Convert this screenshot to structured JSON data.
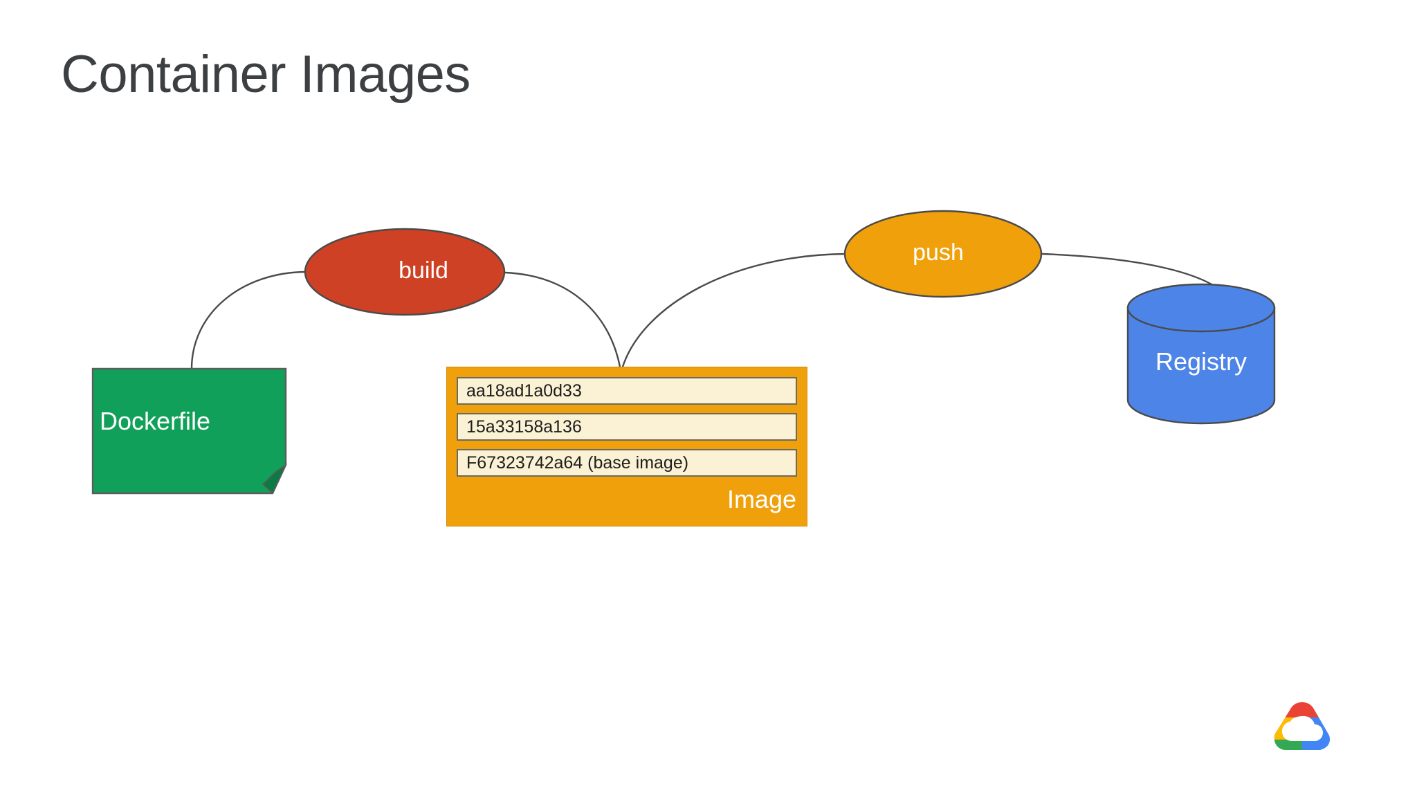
{
  "slide": {
    "title": "Container Images",
    "background_color": "#ffffff",
    "title_color": "#3c4043"
  },
  "diagram": {
    "type": "flow-diagram",
    "nodes": [
      {
        "id": "dockerfile",
        "shape": "document-note",
        "label": "Dockerfile",
        "fill": "#11A05A",
        "stroke": "#5c5c5c",
        "text_color": "#ffffff"
      },
      {
        "id": "build",
        "shape": "ellipse",
        "label": "build",
        "fill": "#CE4125",
        "stroke": "#4a4a4a",
        "text_color": "#ffffff"
      },
      {
        "id": "image",
        "shape": "rectangle",
        "label": "Image",
        "fill": "#EFA00B",
        "stroke": "#d18e09",
        "text_color": "#ffffff",
        "layers": [
          "aa18ad1a0d33",
          "15a33158a136",
          "F67323742a64  (base image)"
        ],
        "layer_fill": "#FBF2D5",
        "layer_stroke": "#6b6b5f",
        "layer_text_color": "#1d1d1b"
      },
      {
        "id": "push",
        "shape": "ellipse",
        "label": "push",
        "fill": "#EFA00B",
        "stroke": "#4a4a4a",
        "text_color": "#ffffff"
      },
      {
        "id": "registry",
        "shape": "cylinder",
        "label": "Registry",
        "fill": "#4D84E8",
        "stroke": "#4a4a4a",
        "text_color": "#ffffff"
      }
    ],
    "edges": [
      {
        "id": "dockerfile-to-build",
        "from": "dockerfile",
        "to": "build",
        "style": "curve"
      },
      {
        "id": "build-to-image",
        "from": "build",
        "to": "image",
        "style": "curve"
      },
      {
        "id": "image-to-push",
        "from": "image",
        "to": "push",
        "style": "curve"
      },
      {
        "id": "push-to-registry",
        "from": "push",
        "to": "registry",
        "style": "curve"
      }
    ],
    "edge_color": "#4a4a4a"
  },
  "logo": {
    "name": "google-cloud-logo",
    "colors": {
      "red": "#EA4335",
      "yellow": "#FBBC04",
      "green": "#34A853",
      "blue": "#4285F4",
      "cloud": "#ffffff"
    }
  }
}
